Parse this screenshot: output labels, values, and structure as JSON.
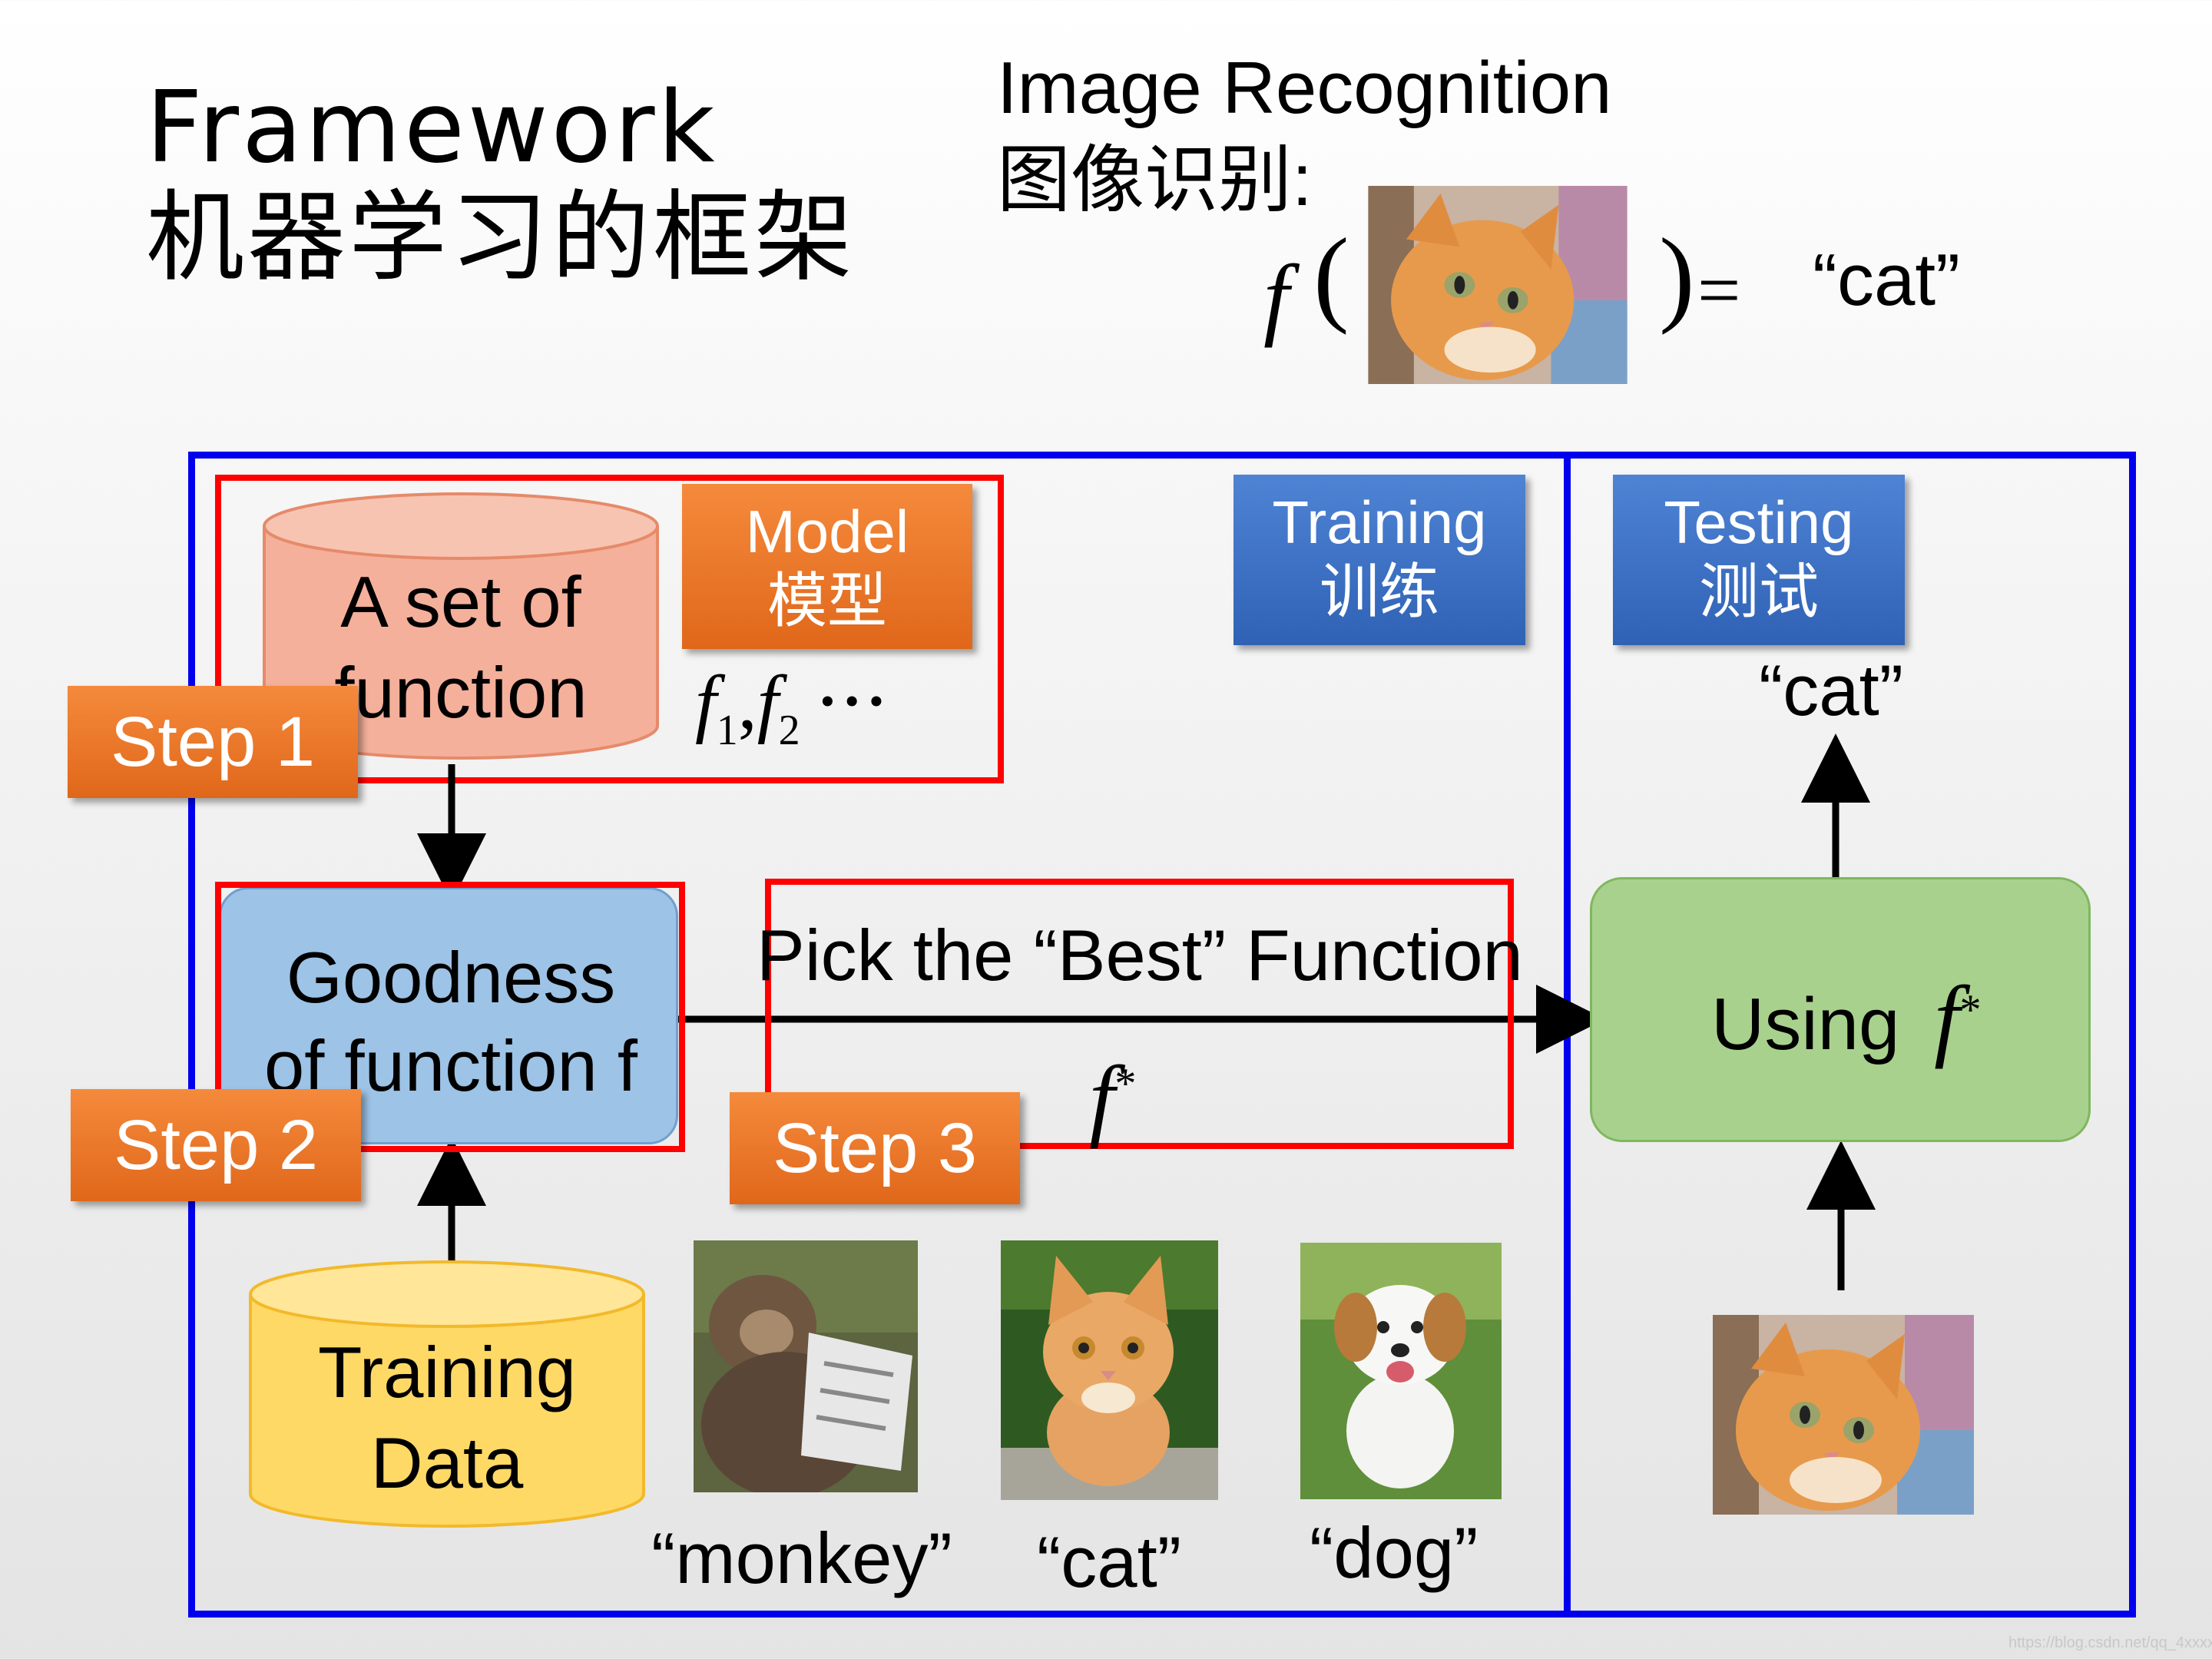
{
  "title": {
    "en": "Framework",
    "zh": "机器学习的框架"
  },
  "image_recognition": {
    "line1": "Image Recognition",
    "line2": "图像识别:",
    "equation": {
      "func": "f",
      "lparen": "(",
      "rparen": ")",
      "equals": "=",
      "output": "“cat”"
    }
  },
  "diagram": {
    "cylinder_functions": {
      "line1": "A set of",
      "line2": "function"
    },
    "model_box": {
      "line1": "Model",
      "line2": "模型"
    },
    "function_list": {
      "f1": "f",
      "sub1": "1",
      "comma": ",",
      "f2": "f",
      "sub2": "2",
      "ellipsis": "···"
    },
    "training_tag": {
      "line1": "Training",
      "line2": "训练"
    },
    "testing_tag": {
      "line1": "Testing",
      "line2": "测试"
    },
    "testing_output": "“cat”",
    "step1": "Step 1",
    "step2": "Step 2",
    "step3": "Step 3",
    "goodness": {
      "line1": "Goodness",
      "line2": "of function f"
    },
    "pick_label": "Pick the “Best” Function",
    "f_star": {
      "f": "f",
      "star": "*"
    },
    "using": {
      "text": "Using",
      "f": "f",
      "star": "*"
    },
    "cylinder_training": {
      "line1": "Training",
      "line2": "Data"
    },
    "examples": [
      {
        "label": "“monkey”",
        "image_icon": "monkey-photo"
      },
      {
        "label": "“cat”",
        "image_icon": "kitten-photo"
      },
      {
        "label": "“dog”",
        "image_icon": "puppy-photo"
      }
    ],
    "test_image_icon": "cat-photo"
  },
  "colors": {
    "red_frame": "#ff0000",
    "blue_frame": "#0000ee",
    "orange_tag": "#e86f22",
    "blue_tag": "#3a6fc4",
    "green_box": "#a9d18e",
    "blue_box": "#9dc3e6",
    "cylinder_salmon": "#f4b09a",
    "cylinder_yellow": "#ffd966"
  },
  "watermark": "https://blog.csdn.net/qq_4xxxx"
}
